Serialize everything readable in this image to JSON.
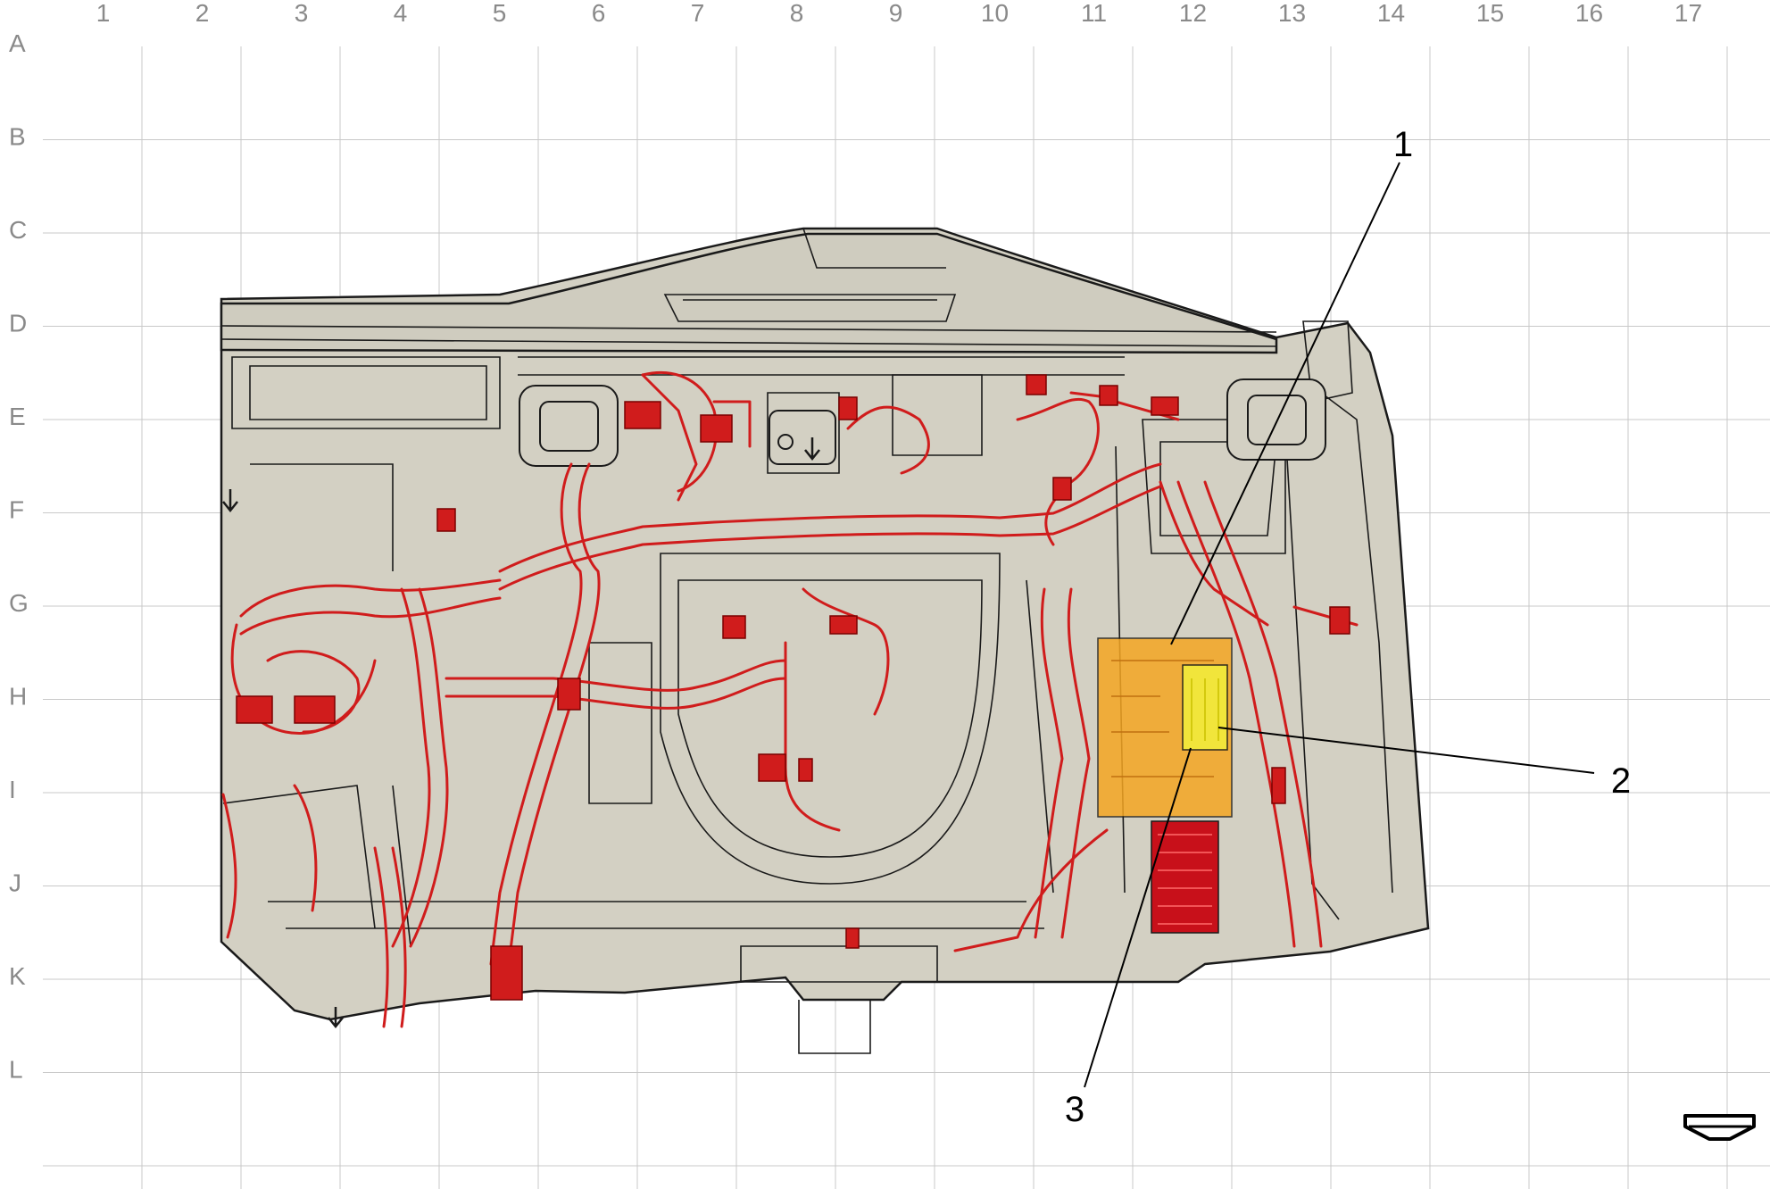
{
  "grid": {
    "columns": [
      "1",
      "2",
      "3",
      "4",
      "5",
      "6",
      "7",
      "8",
      "9",
      "10",
      "11",
      "12",
      "13",
      "14",
      "15",
      "16",
      "17"
    ],
    "rows": [
      "A",
      "B",
      "C",
      "D",
      "E",
      "F",
      "G",
      "H",
      "I",
      "J",
      "K",
      "L"
    ]
  },
  "callouts": [
    {
      "label": "1"
    },
    {
      "label": "2"
    },
    {
      "label": "3"
    }
  ],
  "colors": {
    "grid_line": "#c9c9c9",
    "grid_text": "#8a8a8a",
    "panel_fill": "#d3d0c3",
    "outline": "#1a1a1a",
    "harness": "#d01c1c",
    "harness_fill": "#d8c6b6",
    "highlight_orange": "#f5a623",
    "highlight_yellow": "#f2ec3c",
    "fuse_block": "#c8101a"
  },
  "icons": {
    "direction_arrow": "front-arrow-icon",
    "clip_arrow": "down-arrow-icon"
  }
}
